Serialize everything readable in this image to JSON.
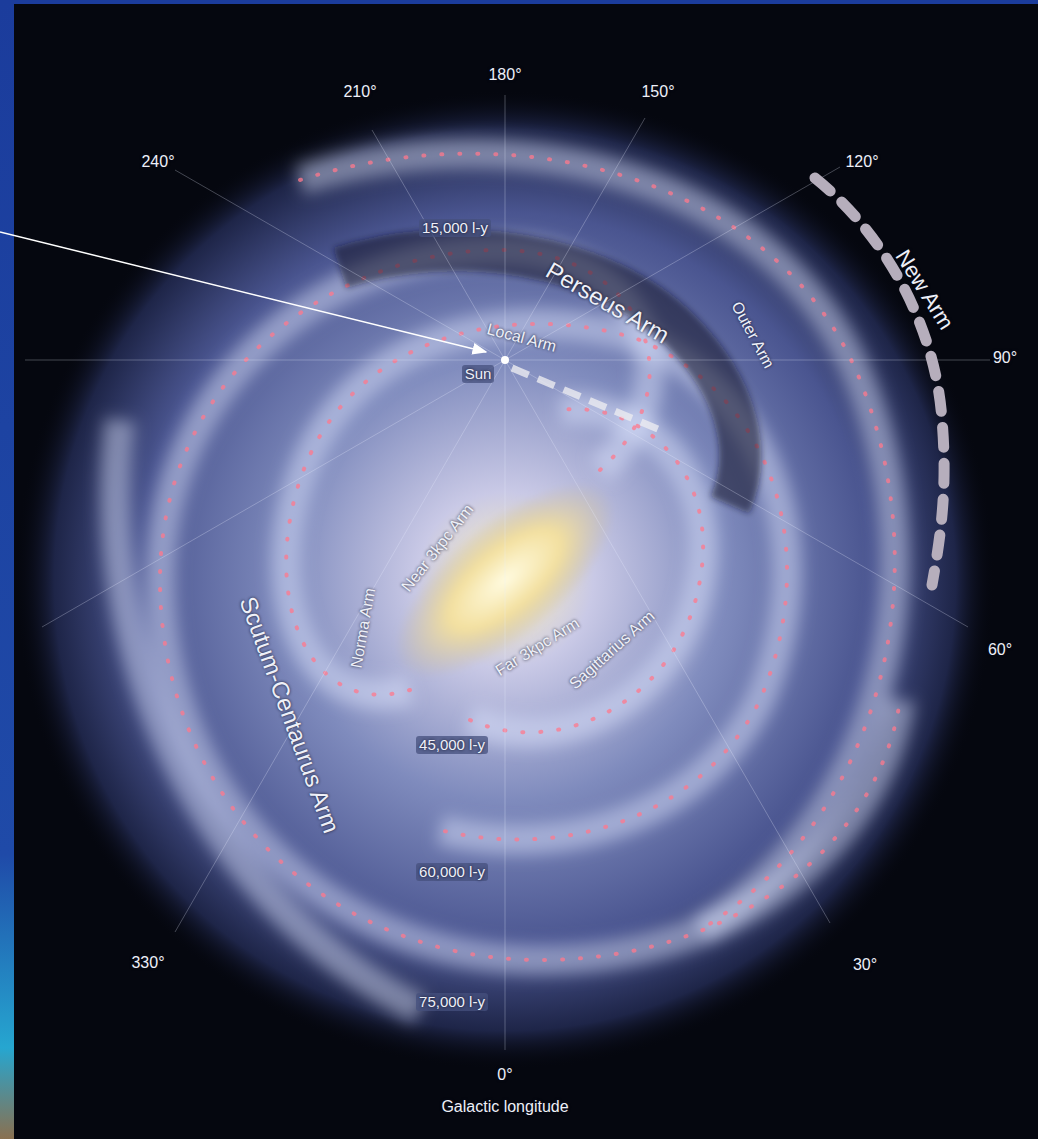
{
  "diagram": {
    "labels": [
      "180°",
      "210°",
      "150°",
      "240°",
      "120°",
      "15,000 l-y",
      "Perseus Arm",
      "New Arm",
      "Outer Arm",
      "Local Arm",
      "Sun",
      "90°",
      "Near 3kpc Arm",
      "Norma Arm",
      "Scutum-Centaurus Arm",
      "Far 3kpc Arm",
      "Sagittarius Arm",
      "60°",
      "45,000 l-y",
      "60,000 l-y",
      "30°",
      "330°",
      "75,000 l-y",
      "0°",
      "Galactic longitude"
    ]
  }
}
